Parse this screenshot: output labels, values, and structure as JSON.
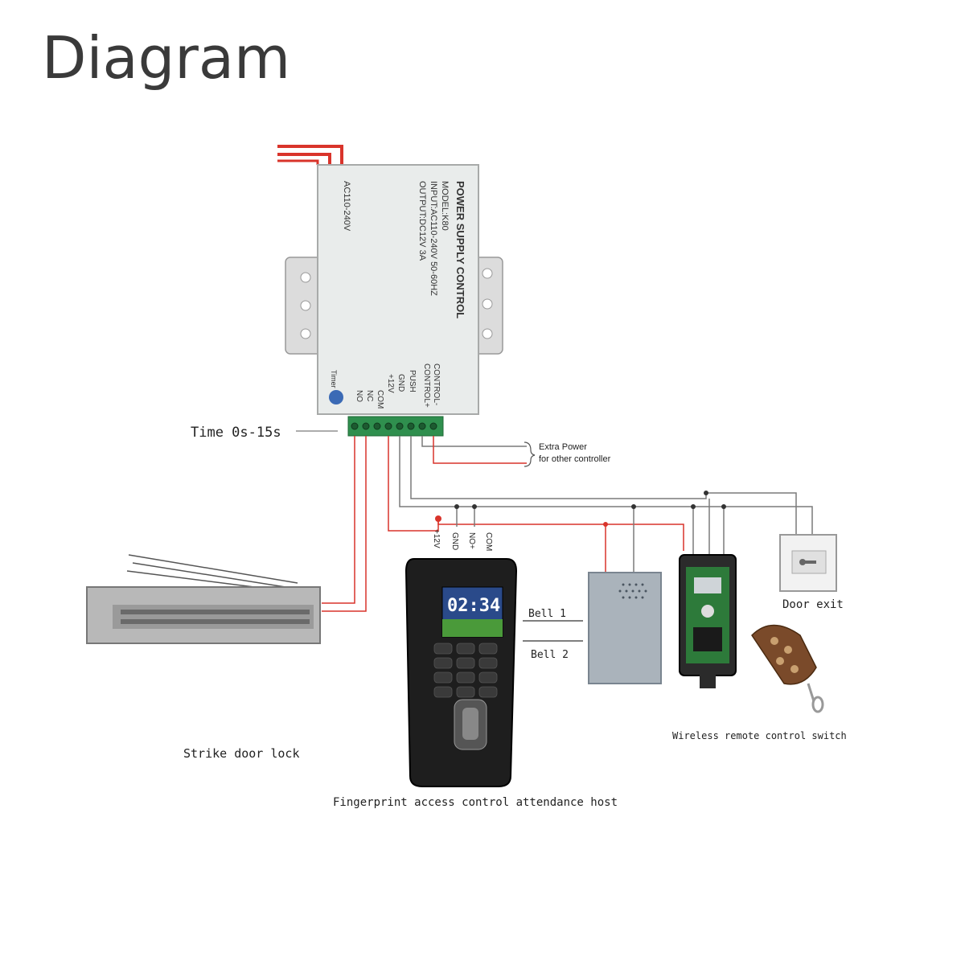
{
  "title": "Diagram",
  "power_supply": {
    "brand": "POWER SUPPLY CONTROL",
    "model": "MODEL:K80",
    "input": "INPUT:AC110-240V 50-60HZ",
    "output": "OUTPUT:DC12V 3A",
    "ac": "AC110-240V",
    "terminals": [
      "CONTROL-",
      "CONTROL+",
      "PUSH",
      "GND",
      "+12V",
      "COM",
      "NC",
      "NO"
    ],
    "timer": "Timer"
  },
  "labels": {
    "time": "Time 0s-15s",
    "extra_power_1": "Extra Power",
    "extra_power_2": "for other controller",
    "door_exit": "Door exit",
    "bell_1": "Bell 1",
    "bell_2": "Bell 2",
    "strike_lock": "Strike door lock",
    "fingerprint_host": "Fingerprint access control attendance host",
    "wireless_switch": "Wireless remote control switch"
  },
  "terminal_labels": [
    "+12V",
    "GND",
    "NO+",
    "COM"
  ],
  "clock_display": "02:34",
  "colors": {
    "title": "#3a3a3a",
    "wire_red": "#d9342b",
    "wire_gray": "#7a7a7a",
    "terminal_green": "#2f8f4e",
    "box_body": "#e9eceb"
  }
}
